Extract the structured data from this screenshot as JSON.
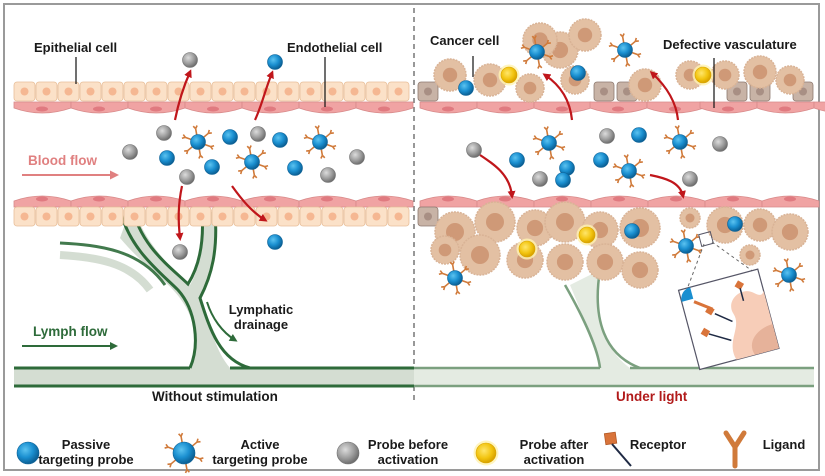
{
  "panels": {
    "left": {
      "labels": {
        "epithelial": "Epithelial cell",
        "endothelial": "Endothelial cell",
        "blood_flow": "Blood flow",
        "lymph_flow": "Lymph flow",
        "lymphatic_drainage_line1": "Lymphatic",
        "lymphatic_drainage_line2": "drainage"
      },
      "caption": "Without stimulation"
    },
    "right": {
      "labels": {
        "cancer_cell": "Cancer cell",
        "defective_vasculature": "Defective vasculature"
      },
      "caption": "Under light"
    }
  },
  "legend": [
    {
      "icon": "passive-probe-icon",
      "line1": "Passive",
      "line2": "targeting probe"
    },
    {
      "icon": "active-probe-icon",
      "line1": "Active",
      "line2": "targeting probe"
    },
    {
      "icon": "probe-before-activation-icon",
      "line1": "Probe before",
      "line2": "activation"
    },
    {
      "icon": "probe-after-activation-icon",
      "line1": "Probe after",
      "line2": "activation"
    },
    {
      "icon": "receptor-icon",
      "line1": "Receptor",
      "line2": ""
    },
    {
      "icon": "ligand-icon",
      "line1": "Ligand",
      "line2": ""
    }
  ],
  "colors": {
    "passive_probe": "#1a8fd0",
    "probe_before": "#9a9a9a",
    "probe_after": "#f2c40f",
    "ligand": "#d07a3a",
    "receptor": "#d9743a",
    "arrow_red": "#c0161b",
    "blood_flow": "#e08080",
    "lymph": "#2e6b3a",
    "epithelial": "#fbe1c8",
    "endothelial": "#f0a3a3",
    "cancer_cell": "#e3c0a3",
    "caption_red": "#b11a1a"
  }
}
